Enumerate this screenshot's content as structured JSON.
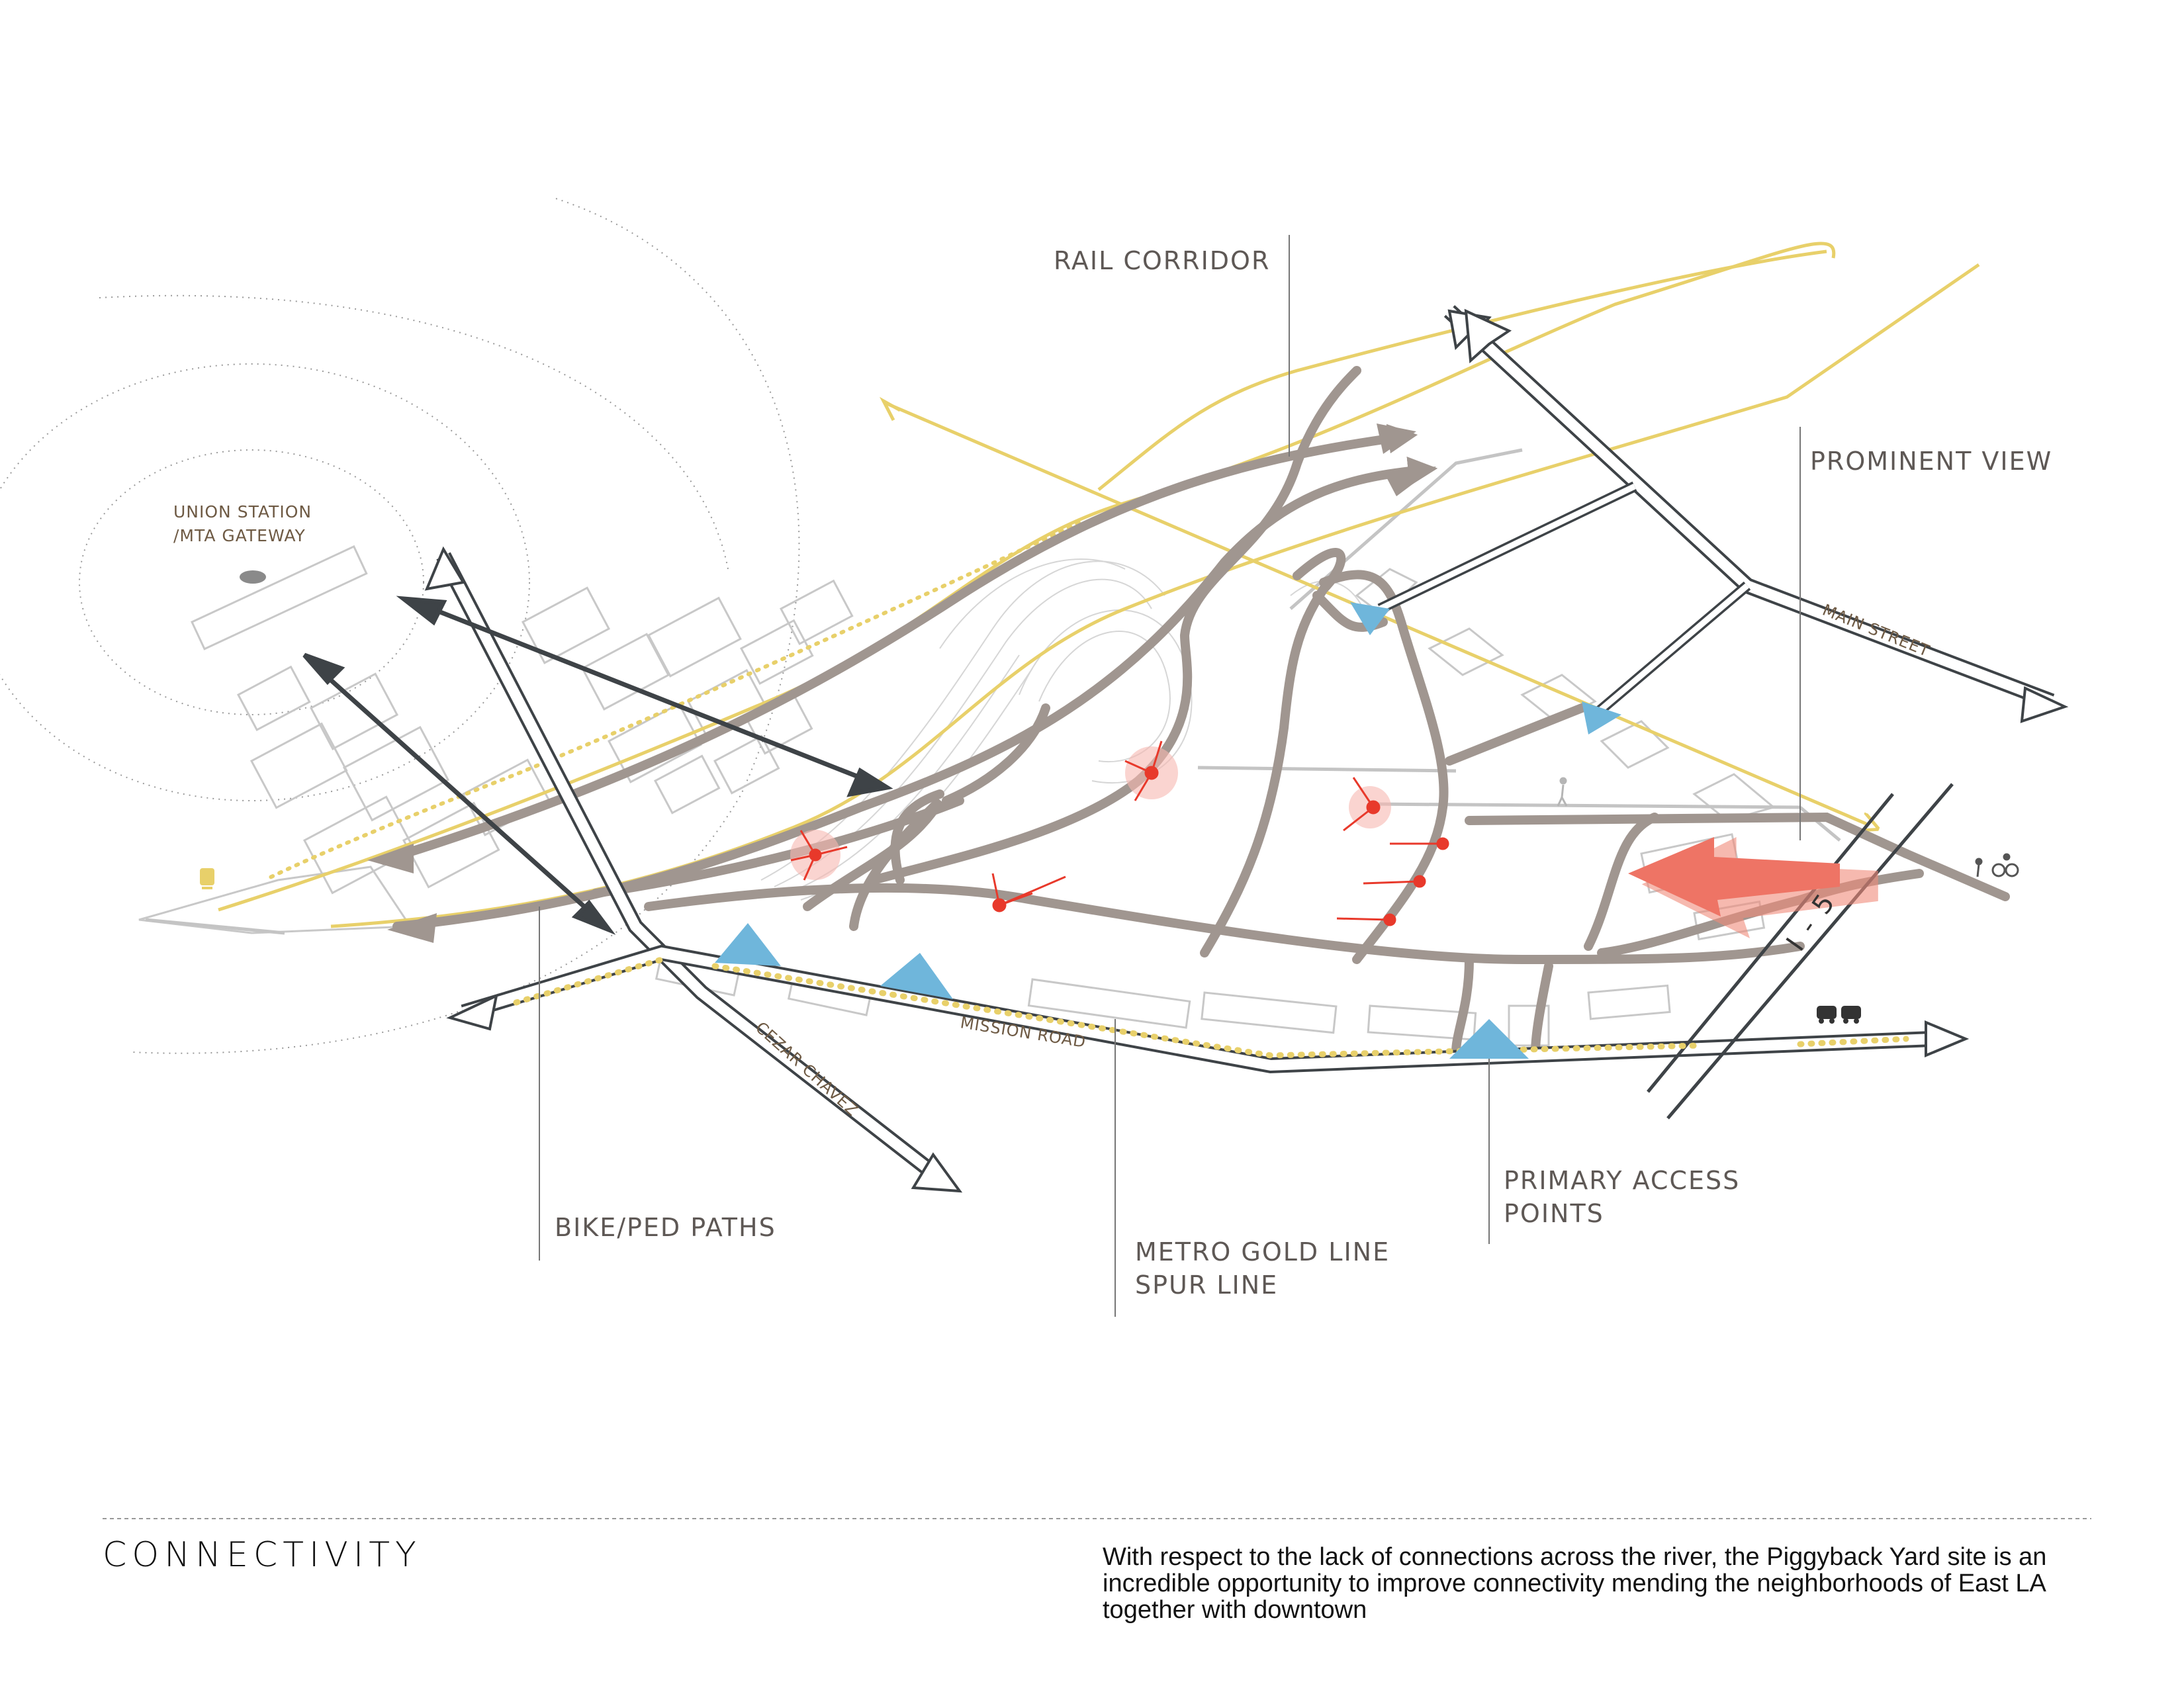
{
  "labels": {
    "rail_corridor": "RAIL CORRIDOR",
    "prominent_view": "PROMINENT VIEW",
    "union_station_1": "UNION STATION",
    "union_station_2": "/MTA GATEWAY",
    "main_street": "MAIN STREET",
    "cezar_chavez": "CEZAR CHAVEZ",
    "mission_road": "MISSION ROAD",
    "i5": "I - 5",
    "bike_ped": "BIKE/PED PATHS",
    "metro_1": "METRO GOLD LINE",
    "metro_2": "SPUR LINE",
    "access_1": "PRIMARY ACCESS",
    "access_2": "POINTS"
  },
  "footer": {
    "title": "CONNECTIVITY",
    "description": "With respect to the lack of connections across the river, the Piggyback Yard site is an incredible opportunity to improve connectivity mending the neighborhoods of East LA together with downtown"
  },
  "colors": {
    "path_gray": "#a09690",
    "road_dark": "#3e4347",
    "rail_yellow": "#e8d06a",
    "access_blue": "#6fb6db",
    "view_red": "#e8392b",
    "view_arrow": "#f08a7a",
    "label_brown": "#6e5a44"
  },
  "icons": [
    "train-icon",
    "pedestrian-icon",
    "cyclist-icon",
    "car-icon"
  ]
}
